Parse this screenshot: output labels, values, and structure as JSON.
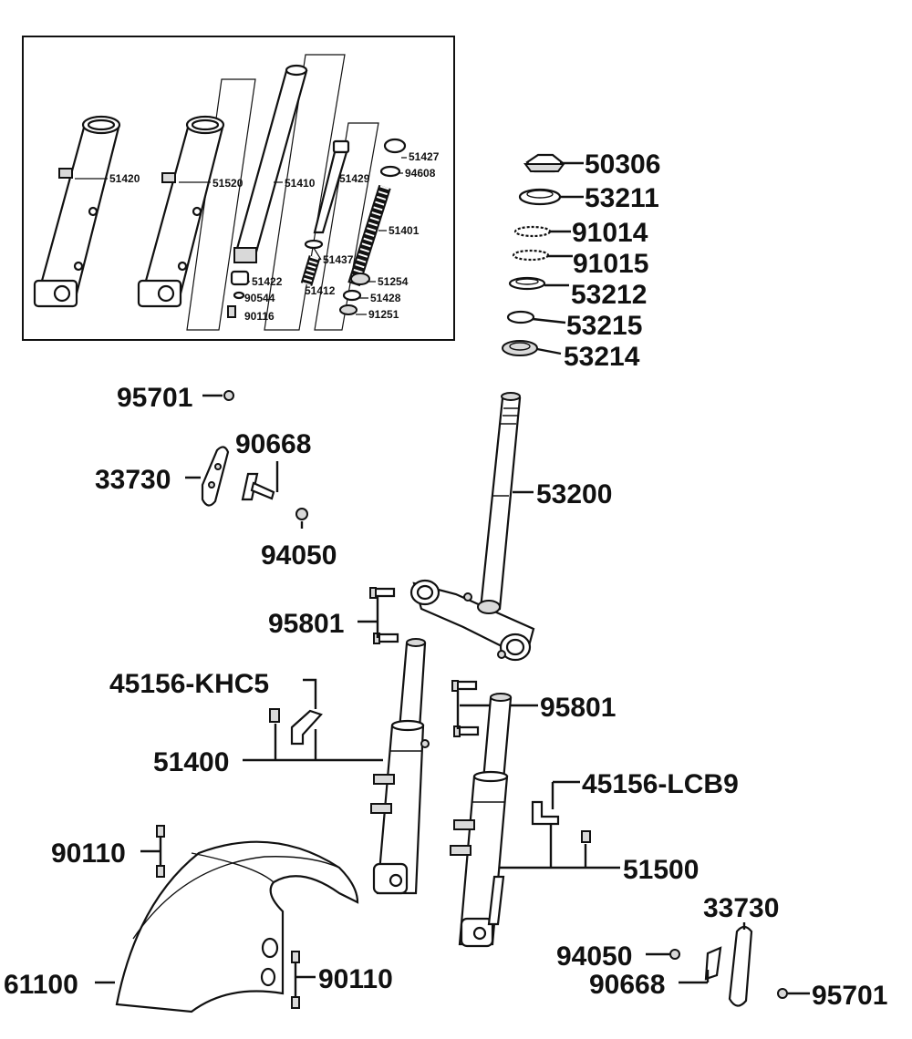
{
  "inset": {
    "labels": [
      "51420",
      "51520",
      "51410",
      "51429",
      "51427",
      "94608",
      "51401",
      "51437",
      "51254",
      "51422",
      "90544",
      "51412",
      "51428",
      "90116",
      "91251"
    ]
  },
  "labels": {
    "l50306": "50306",
    "l53211": "53211",
    "l91014": "91014",
    "l91015": "91015",
    "l53212": "53212",
    "l53215": "53215",
    "l53214": "53214",
    "l95701a": "95701",
    "l90668a": "90668",
    "l33730a": "33730",
    "l53200": "53200",
    "l94050a": "94050",
    "l95801a": "95801",
    "l45156khc5": "45156-KHC5",
    "l95801b": "95801",
    "l51400": "51400",
    "l45156lcb9": "45156-LCB9",
    "l90110a": "90110",
    "l51500": "51500",
    "l33730b": "33730",
    "l94050b": "94050",
    "l90668b": "90668",
    "l61100": "61100",
    "l90110b": "90110",
    "l95701b": "95701"
  }
}
